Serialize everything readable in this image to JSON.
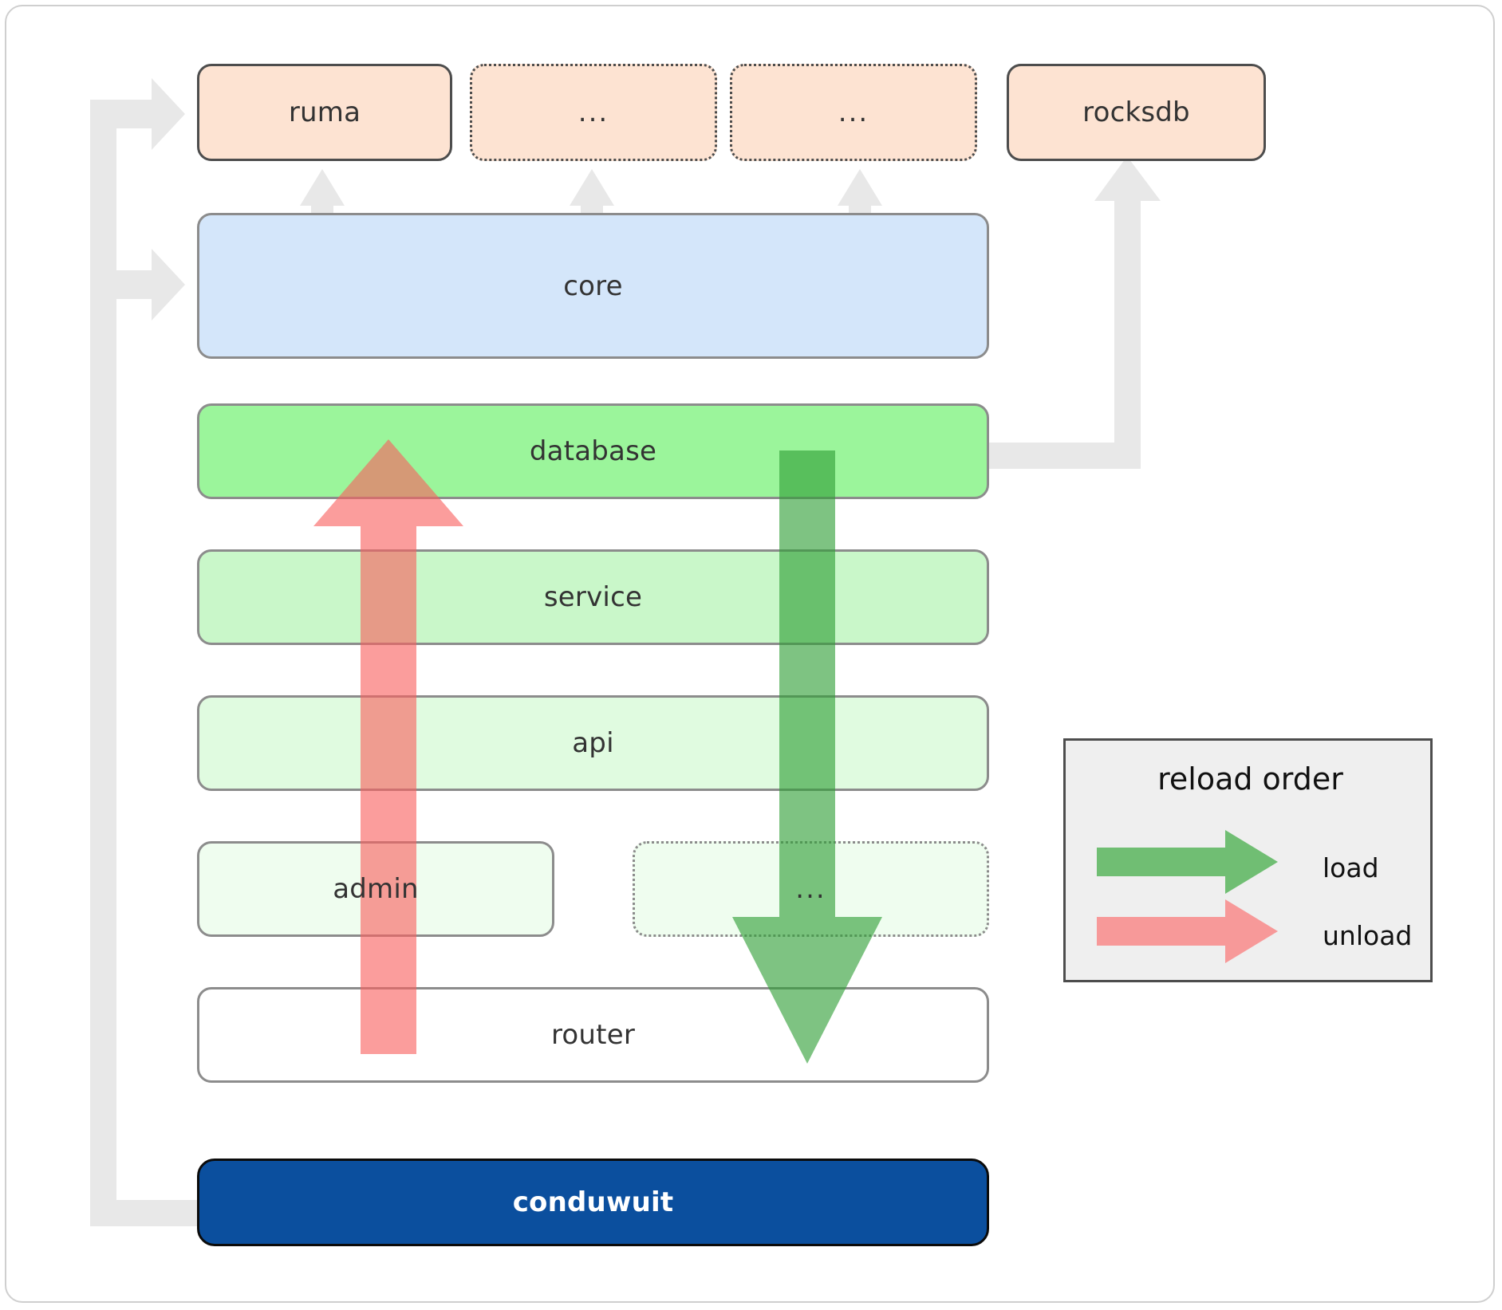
{
  "diagram": {
    "title": "conduwuit crate / reload order architecture",
    "type": "layered-architecture",
    "colors": {
      "dependency_fill": "#fde3d2",
      "dependency_stroke": "#4d4d4d",
      "core_fill": "#d4e6fa",
      "crate_stroke": "#8c8c8c",
      "database_fill": "#9bf59b",
      "service_fill": "#c9f7c9",
      "api_fill": "#e0fbe0",
      "admin_fill": "#effdef",
      "router_fill": "#ffffff",
      "binary_fill": "#0b4f9e",
      "binary_text": "#ffffff",
      "connector_gray": "#e8e8e8",
      "load_arrow": "#4caf50",
      "unload_arrow": "#f98080",
      "legend_fill": "#efefef",
      "frame_stroke": "#cfcfcf"
    },
    "dependencies": [
      {
        "id": "ruma",
        "label": "ruma",
        "style": "solid"
      },
      {
        "id": "dep-ellipsis-1",
        "label": "...",
        "style": "dotted"
      },
      {
        "id": "dep-ellipsis-2",
        "label": "...",
        "style": "dotted"
      },
      {
        "id": "rocksdb",
        "label": "rocksdb",
        "style": "solid"
      }
    ],
    "layers": [
      {
        "id": "core",
        "label": "core",
        "style": "solid"
      },
      {
        "id": "database",
        "label": "database",
        "style": "solid"
      },
      {
        "id": "service",
        "label": "service",
        "style": "solid"
      },
      {
        "id": "api",
        "label": "api",
        "style": "solid"
      },
      {
        "id": "admin",
        "label": "admin",
        "style": "solid"
      },
      {
        "id": "layer-ellipsis",
        "label": "...",
        "style": "dotted"
      },
      {
        "id": "router",
        "label": "router",
        "style": "solid"
      }
    ],
    "binary": {
      "id": "conduwuit",
      "label": "conduwuit"
    },
    "legend": {
      "title": "reload order",
      "items": [
        {
          "id": "load",
          "label": "load",
          "color": "#4caf50",
          "direction": "right"
        },
        {
          "id": "unload",
          "label": "unload",
          "color": "#f98080",
          "direction": "right"
        }
      ]
    },
    "flow_arrows": [
      {
        "id": "unload-arrow",
        "label": "unload",
        "direction": "up",
        "color": "#f98080"
      },
      {
        "id": "load-arrow",
        "label": "load",
        "direction": "down",
        "color": "#4caf50"
      }
    ]
  }
}
